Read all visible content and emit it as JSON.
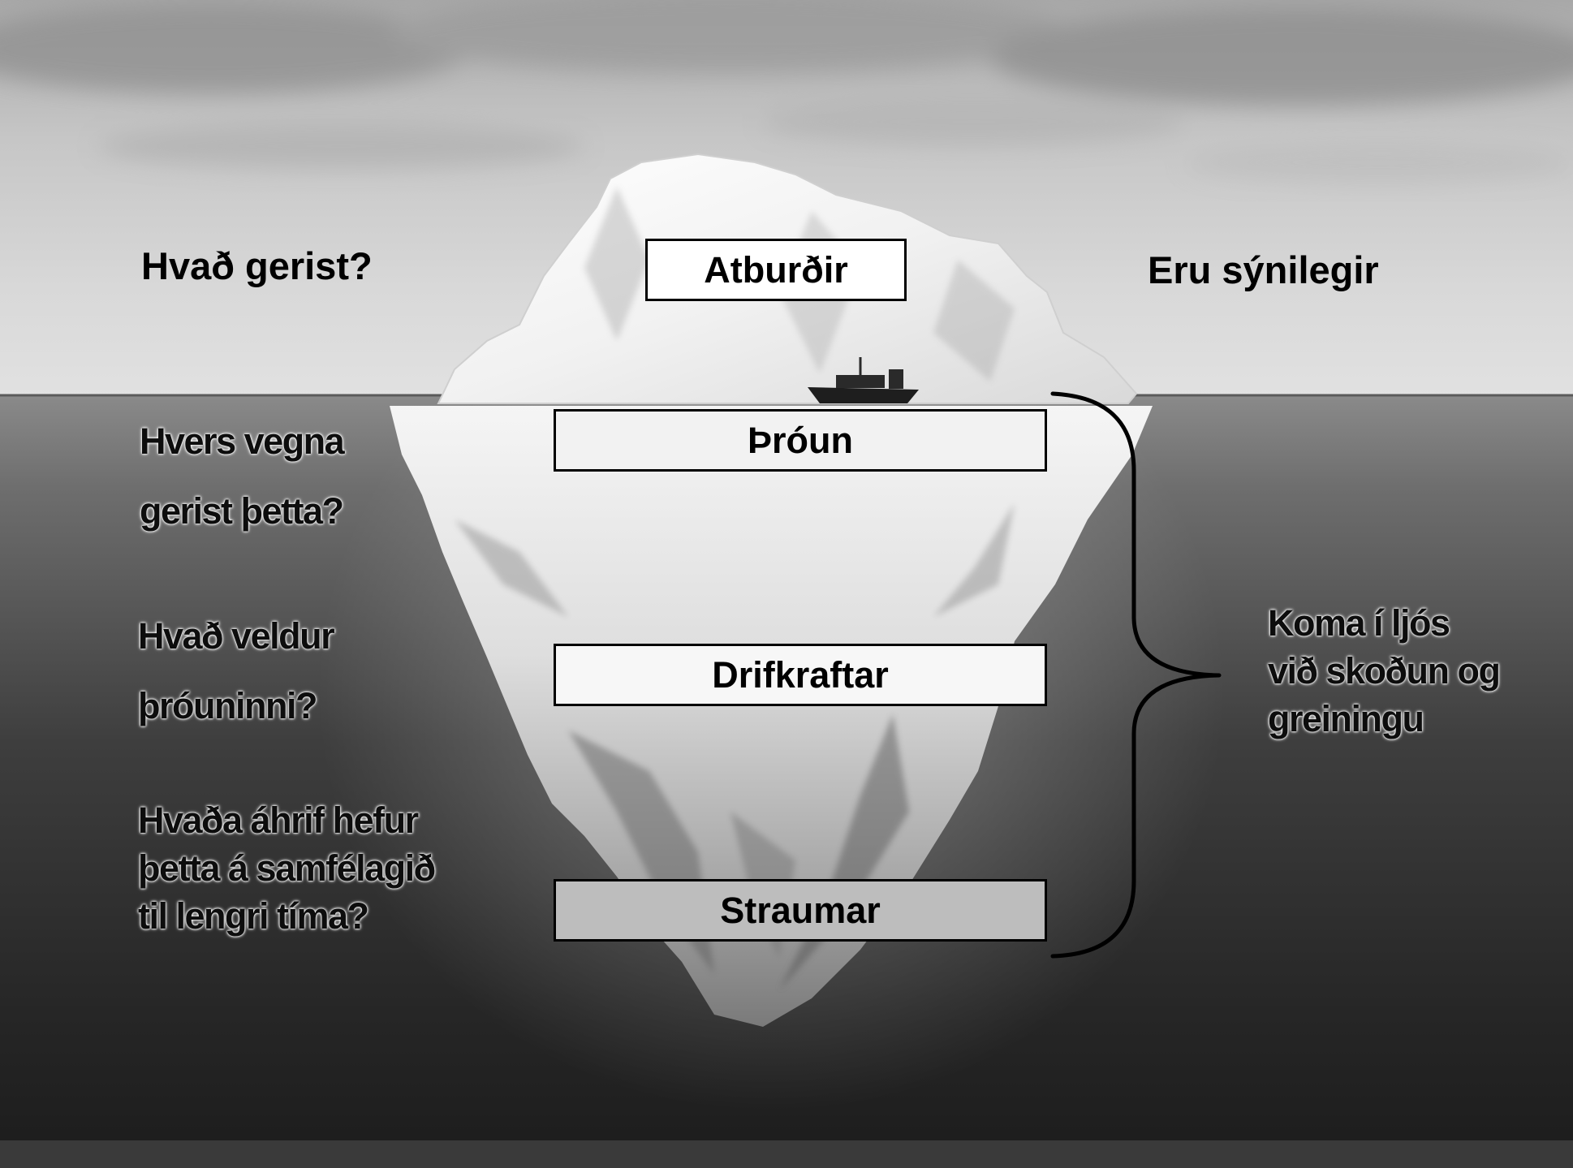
{
  "questions": {
    "what_happens": "Hvað gerist?",
    "why_line1": "Hvers vegna",
    "why_line2": "gerist þetta?",
    "cause_line1": "Hvað veldur",
    "cause_line2": "þróuninni?",
    "impact_line1": "Hvaða áhrif hefur",
    "impact_line2": "þetta á samfélagið",
    "impact_line3": "til lengri tíma?"
  },
  "layers": {
    "events": "Atburðir",
    "development": "Þróun",
    "drivers": "Drifkraftar",
    "currents": "Straumar"
  },
  "notes": {
    "visible": "Eru sýnilegir",
    "hidden_line1": "Koma í ljós",
    "hidden_line2": "við skoðun og",
    "hidden_line3": "greiningu"
  }
}
